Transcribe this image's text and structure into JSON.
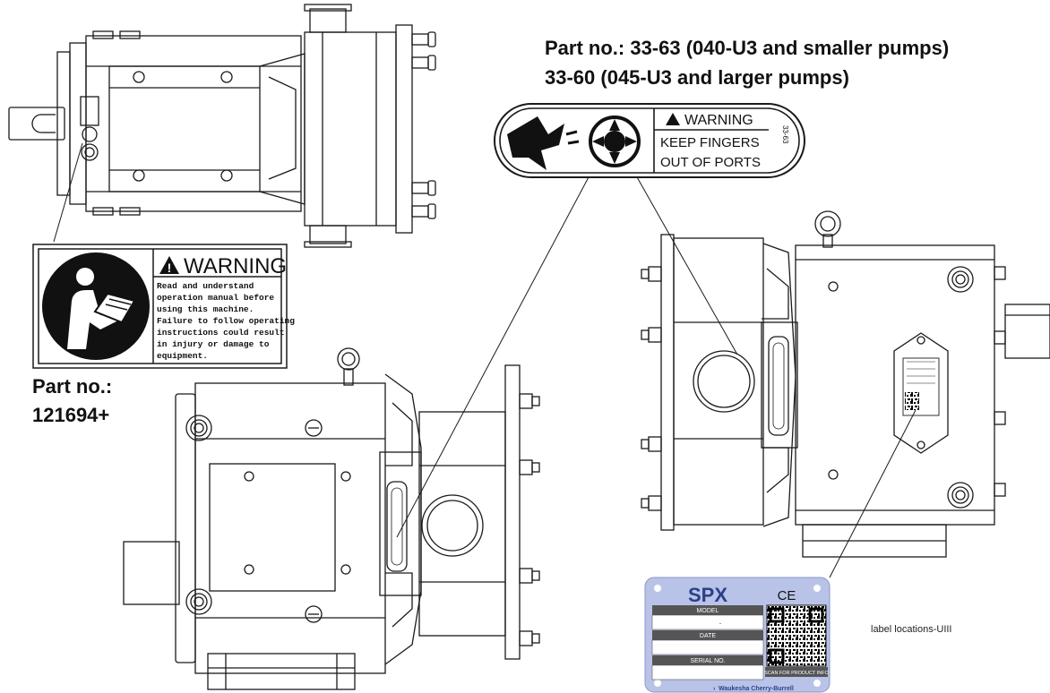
{
  "part_labels": {
    "ports_line1": "Part no.: 33-63 (040-U3 and smaller pumps)",
    "ports_line2": "33-60 (045-U3 and larger pumps)",
    "manual_line1": "Part no.:",
    "manual_line2": "121694+"
  },
  "warning_ports": {
    "title": "WARNING",
    "line1": "KEEP FINGERS",
    "line2": "OUT OF PORTS",
    "side_code": "33-63"
  },
  "warning_manual": {
    "title": "WARNING",
    "lines": [
      "Read and understand",
      "operation manual before",
      "using this machine.",
      "Failure to follow operating",
      "instructions could result",
      "in injury or damage to",
      "equipment."
    ]
  },
  "nameplate": {
    "brand": "SPX",
    "ce": "CE",
    "model": "MODEL",
    "date": "DATE",
    "serial": "SERIAL NO.",
    "scan": "SCAN FOR PRODUCT INFO",
    "maker": "Waukesha Cherry-Burrell",
    "model_value": "."
  },
  "caption": "label locations-UIII",
  "colors": {
    "line": "#1a1a1a",
    "plate_bg": "#b9c3e8",
    "plate_brand": "#2d3f88"
  }
}
